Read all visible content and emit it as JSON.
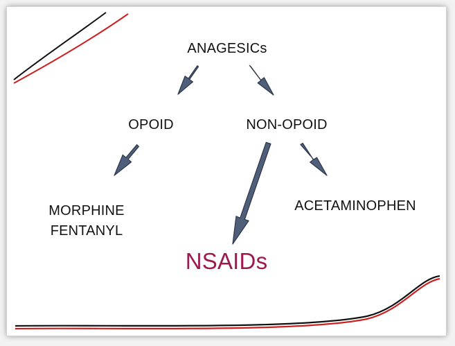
{
  "diagram": {
    "root": "ANAGESICs",
    "opoid": "OPOID",
    "non_opoid": "NON-OPOID",
    "opoid_examples": [
      "MORPHINE",
      "FENTANYL"
    ],
    "nsaids": "NSAIDs",
    "acetaminophen": "ACETAMINOPHEN"
  },
  "colors": {
    "text": "#111111",
    "highlight": "#9b1a4f",
    "arrow_fill": "#4f5f7a",
    "arrow_stroke": "#2c3648",
    "decor_black": "#111111",
    "decor_red": "#cc1f1f"
  }
}
